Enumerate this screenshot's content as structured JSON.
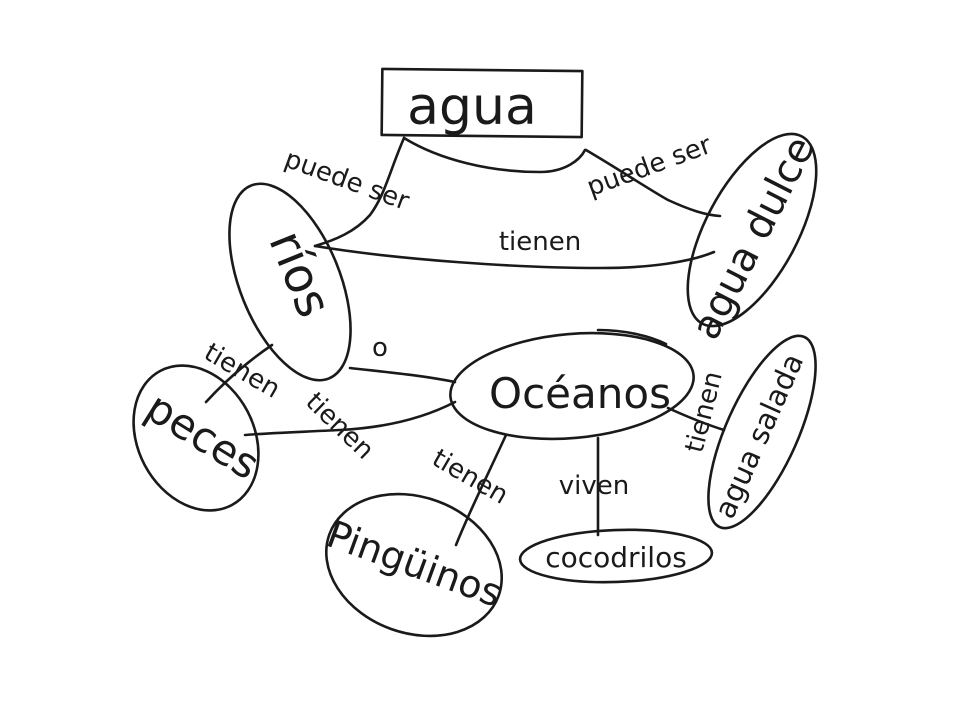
{
  "concept_map": {
    "nodes": {
      "agua": "agua",
      "rios": "ríos",
      "agua_dulce": "agua dulce",
      "oceanos": "Océanos",
      "peces": "peces",
      "pinguinos": "Pingüinos",
      "cocodrilos": "cocodrilos",
      "agua_salada": "agua salada"
    },
    "links": {
      "agua_rios": "puede ser",
      "agua_dulce": "puede ser",
      "rios_agua_dulce": "tienen",
      "rios_oceanos": "o",
      "rios_peces": "tienen",
      "oceanos_peces": "tienen",
      "oceanos_pinguinos": "tienen",
      "oceanos_cocodrilos": "viven",
      "oceanos_agua_salada": "tienen"
    }
  }
}
